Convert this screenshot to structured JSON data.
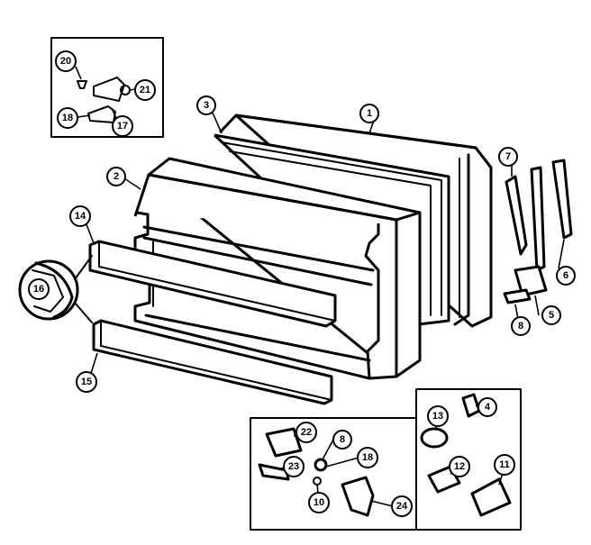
{
  "callouts": {
    "c1": "1",
    "c2": "2",
    "c3": "3",
    "c4": "4",
    "c5": "5",
    "c6": "6",
    "c7": "7",
    "c8a": "8",
    "c8b": "8",
    "c10": "10",
    "c11": "11",
    "c12": "12",
    "c13": "13",
    "c14": "14",
    "c15": "15",
    "c16": "16",
    "c17": "17",
    "c18a": "18",
    "c18b": "18",
    "c20": "20",
    "c21": "21",
    "c22": "22",
    "c23": "23",
    "c24": "24"
  }
}
